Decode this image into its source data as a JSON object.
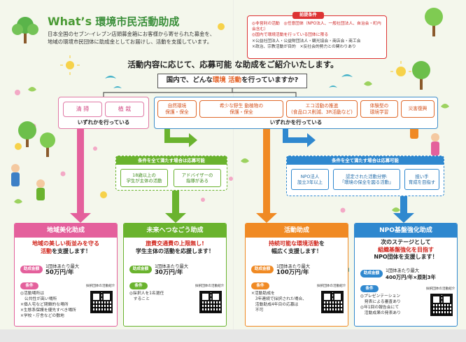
{
  "header": {
    "title_en": "What’s",
    "title_jp": "環境市民活動助成",
    "desc_line1": "日本全国のセブン-イレブン店頭募金箱にお客様から寄せられた募金を、",
    "desc_line2": "地域の環境市民団体に助成金としてお届けし、活動を支援しています。"
  },
  "prereq": {
    "title": "前提条件",
    "line1": "◎非営利の活動　◎任意団体（NPO法人、一般社団法人、自治会・町内会含む）",
    "line2": "◎国内で環境活動を行っている団体に限る",
    "line3": "×公益社団法人・公益財団法人・観光協会・商店会・商工会",
    "line4": "×政治、宗教活動が目的　×反社会的勢力との関わりあり"
  },
  "tagline": "活動内容に応じて、応募可能 な助成をご紹介いたします。",
  "question": {
    "pre": "国内で、どんな",
    "accent": "環境 活動",
    "post": "を行っていますか?"
  },
  "left_group": {
    "cats": [
      "清 掃",
      "植 栽"
    ],
    "label": "いずれかを行っている"
  },
  "right_group": {
    "cats": [
      "自然環境\n保護・保全",
      "希少な野生 動植物の\n保護・保全",
      "エコ活動の推進\n(食品ロス削減、3R活動など)",
      "体験型の\n環境学習",
      "災害復興"
    ],
    "label": "いずれかを行っている"
  },
  "cond_left": {
    "title": "条件を全て満たす場合は応募可能",
    "items": [
      "18歳以上の\n学生が主体の活動",
      "アドバイザーの\n指導がある"
    ]
  },
  "cond_right": {
    "title": "条件を全て満たす場合は応募可能",
    "items": [
      "NPO法人\n設立3年以上",
      "認定された活動分野:\n「環境の保全を図る活動」",
      "担い手\n育成を目指す"
    ]
  },
  "panels": [
    {
      "title": "地域美化助成",
      "lead1": "地域の美しい街並みを守る",
      "lead2": "活動",
      "lead3": "を支援します！",
      "amt_label": "助成金額",
      "amt1": "1団体あたり最大",
      "amt2": "50万円/年",
      "cond_label": "条件",
      "cond": [
        "◎活動場所は",
        "　公共性が高い場所",
        "×個人宅など閉鎖的な場所",
        "×生態系保護を優先すべき場所",
        "×学校・庁舎などの敷地"
      ],
      "qr_label": "採択団体の活動紹介",
      "color": "#e4609c"
    },
    {
      "title": "未来へつなごう助成",
      "lead1": "旅費交通費の上限無し!",
      "lead2": "学生主体の活動",
      "lead3": "を応援します！",
      "amt_label": "助成金額",
      "amt1": "1団体あたり最大",
      "amt2": "30万円/年",
      "cond_label": "条件",
      "cond": [
        "◎採択人を1名選任",
        "　すること"
      ],
      "qr_label": "採択団体の活動紹介",
      "color": "#6ab32e"
    },
    {
      "title": "活動助成",
      "lead1": "持続可能な環境活動",
      "lead2": "を",
      "lead3": "幅広く支援します！",
      "amt_label": "助成金額",
      "amt1": "1団体あたり最大",
      "amt2": "100万円/年",
      "cond_label": "条件",
      "cond": [
        "×活動助成を",
        "　3年連続で採択された場合、",
        "　活動助成4年目の応募は",
        "　不可"
      ],
      "qr_label": "採択団体の活動紹介",
      "color": "#f08a24"
    },
    {
      "title": "NPO基盤強化助成",
      "lead1": "次のステージとして",
      "lead2": "組織基盤強化を目指す",
      "lead3": "NPO団体を支援します！",
      "amt_label": "助成金額",
      "amt1": "1団体あたり最大",
      "amt2": "400万円/年×原則3年",
      "cond_label": "条件",
      "cond": [
        "◎プレゼンテーション",
        "　発表による審査あり",
        "◎年1回の報告会にて",
        "　活動成果の発表あり"
      ],
      "qr_label": "採択団体の活動紹介",
      "color": "#2f88cf"
    }
  ],
  "colors": {
    "pink": "#e4609c",
    "green": "#6ab32e",
    "orange": "#f08a24",
    "blue": "#2f88cf",
    "red": "#d0251c"
  }
}
